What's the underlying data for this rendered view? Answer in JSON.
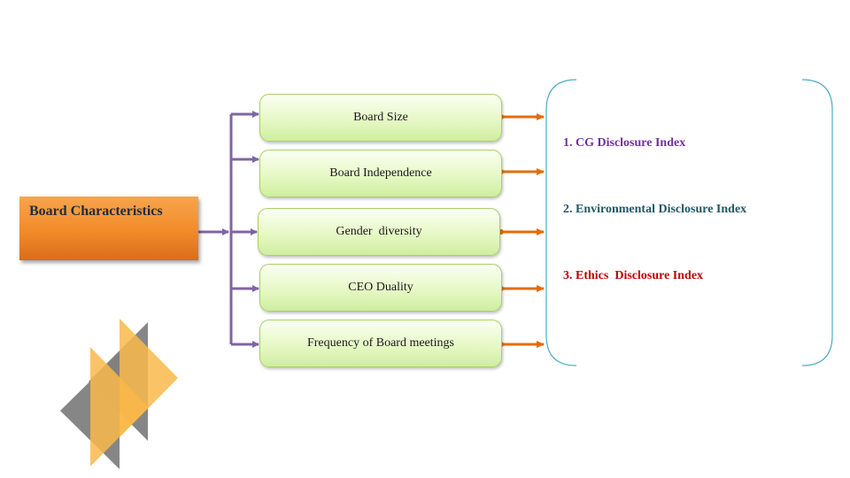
{
  "source": {
    "label": "Board Characteristics"
  },
  "characteristics": [
    {
      "label": "Board Size"
    },
    {
      "label": "Board Independence"
    },
    {
      "label": "Gender  diversity"
    },
    {
      "label": "CEO Duality"
    },
    {
      "label": "Frequency of Board meetings"
    }
  ],
  "indices": [
    {
      "label": "1. CG Disclosure Index",
      "color": "#7030a0"
    },
    {
      "label": "2. Environmental Disclosure Index",
      "color": "#215868"
    },
    {
      "label": "3. Ethics  Disclosure Index",
      "color": "#c00000"
    }
  ],
  "colors": {
    "source_fill": "#f38a2a",
    "item_fill": "#e6f8c5",
    "item_border": "#a9cf6b",
    "connector_purple": "#8064a2",
    "connector_orange": "#e36c0a",
    "bracket": "#4bacc6",
    "deco_gray": "#7f7f7f",
    "deco_orange": "#f9b94a"
  }
}
